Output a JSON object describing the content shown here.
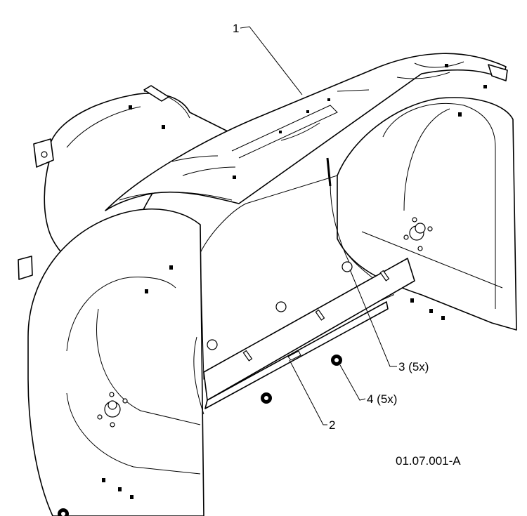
{
  "callouts": [
    {
      "id": "1",
      "text": "1"
    },
    {
      "id": "2",
      "text": "2"
    },
    {
      "id": "3",
      "text": "3 (5x)"
    },
    {
      "id": "4",
      "text": "4 (5x)"
    }
  ],
  "figure_code": "01.07.001-A"
}
